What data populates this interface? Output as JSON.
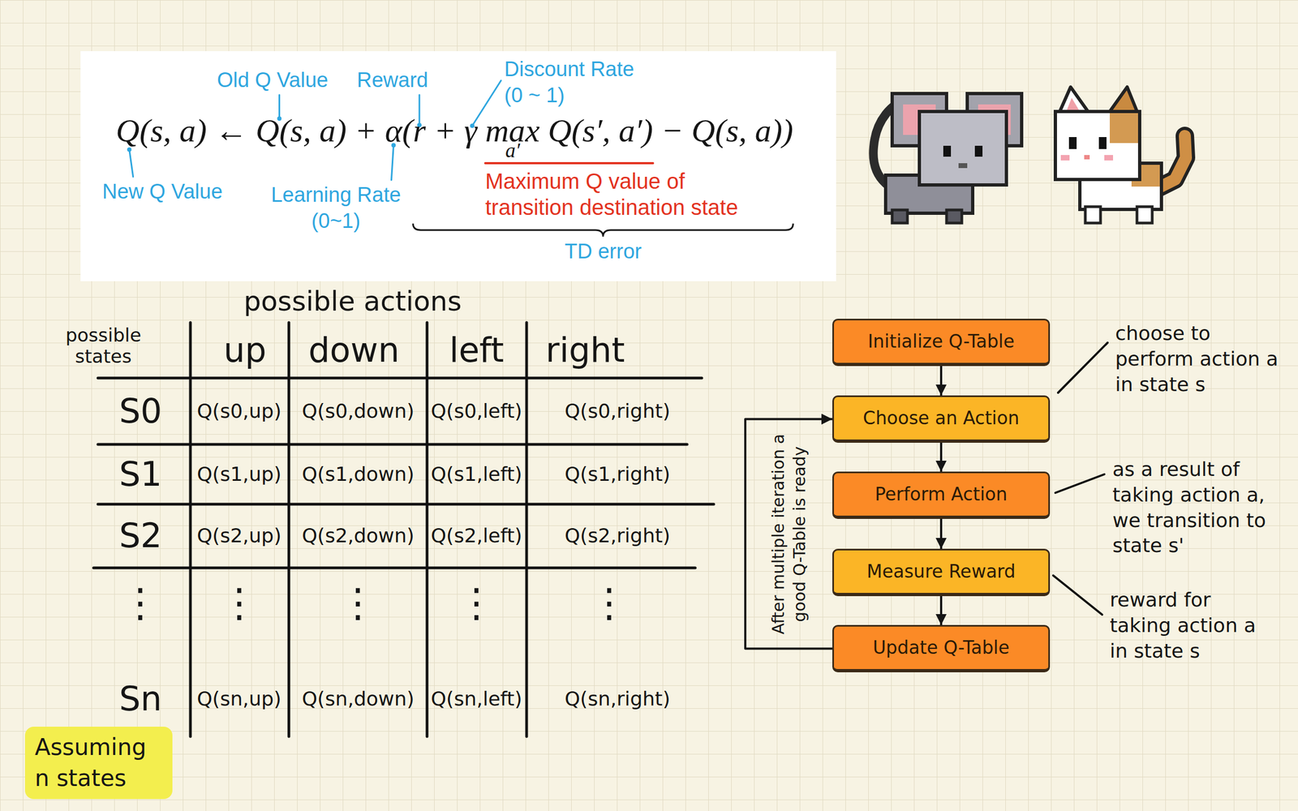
{
  "diagram": {
    "nodes": [
      {
        "text": [
          "Q(s, a) ← Q(s, a) + α(r + γ max Q(s′, a′) − Q(s, a))",
          "a′",
          "Old Q Value",
          "Reward",
          "Discount Rate (0 ~ 1)",
          "New Q Value",
          "Learning Rate (0~1)",
          "Maximum Q value of transition destination state",
          "TD error"
        ]
      },
      {
        "text": [
          "Assuming n states"
        ]
      },
      {
        "text": [
          "Initialize Q-Table"
        ]
      },
      {
        "text": [
          "Choose an Action"
        ]
      },
      {
        "text": [
          "Perform Action"
        ]
      },
      {
        "text": [
          "Measure Reward"
        ]
      },
      {
        "text": [
          "Update Q-Table"
        ]
      }
    ],
    "edges": [
      {
        "from": 2,
        "to": 3,
        "arrow": "to"
      },
      {
        "from": 3,
        "to": 4,
        "arrow": "to"
      },
      {
        "from": 4,
        "to": 5,
        "arrow": "to"
      },
      {
        "from": 5,
        "to": 6,
        "arrow": "to"
      },
      {
        "from": 6,
        "to": 3,
        "arrow": "to",
        "label": "After multiple iteration a good Q-Table is ready"
      }
    ],
    "labels": [
      "possible actions",
      "possible states",
      "up",
      "down",
      "left",
      "right",
      "S0",
      "Q(s0,up)",
      "Q(s0,down)",
      "Q(s0,left)",
      "Q(s0,right)",
      "S1",
      "Q(s1,up)",
      "Q(s1,down)",
      "Q(s1,left)",
      "Q(s1,right)",
      "S2",
      "Q(s2,up)",
      "Q(s2,down)",
      "Q(s2,left)",
      "Q(s2,right)",
      "⋮",
      "⋮",
      "⋮",
      "⋮",
      "⋮",
      "Sn",
      "Q(sn,up)",
      "Q(sn,down)",
      "Q(sn,left)",
      "Q(sn,right)",
      "choose to perform action a in state s",
      "as a result of taking action a, we transition to state s'",
      "reward for taking action a in state s"
    ]
  }
}
